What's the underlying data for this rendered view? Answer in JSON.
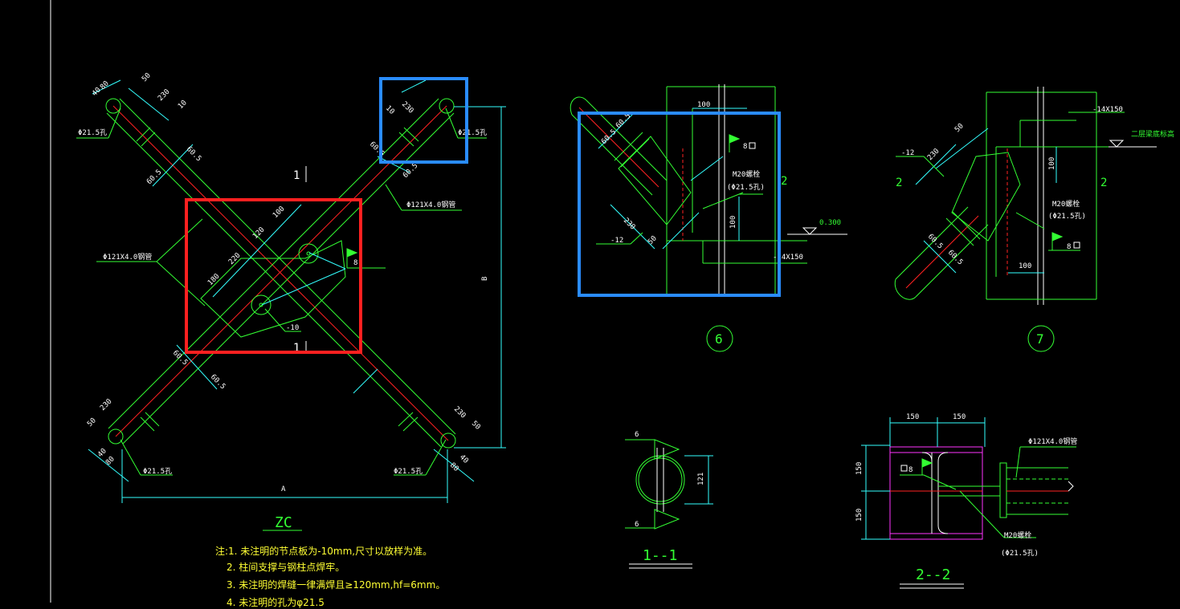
{
  "colors": {
    "background": "#000000",
    "green": "#33ff33",
    "dim_green": "#2fbf2f",
    "cyan": "#33ffff",
    "yellow": "#ffff33",
    "white": "#ffffff",
    "red": "#ff2222",
    "magenta": "#ff33ff",
    "highlight_red": "#ff2020",
    "highlight_blue": "#2a8cff"
  },
  "zc": {
    "title": "ZC",
    "hole_tl": "Φ21.5孔",
    "hole_tr": "Φ21.5孔",
    "hole_bl": "Φ21.5孔",
    "hole_br": "Φ21.5孔",
    "pipe_left": "Φ121X4.0钢管",
    "pipe_right": "Φ121X4.0钢管",
    "plate": "-10",
    "dim_a": "A",
    "dim_b": "B",
    "section_top": "1",
    "section_bottom": "1",
    "weld": "8",
    "dims": {
      "d40": "40",
      "d80": "80",
      "d50": "50",
      "d230": "230",
      "d10": "10",
      "d605": "60.5",
      "d100": "100",
      "d120": "120",
      "d220": "220",
      "d180": "180"
    }
  },
  "detail6": {
    "label": "6",
    "bolt": "M20螺栓",
    "hole": "(Φ21.5孔)",
    "plate": "-12",
    "angle": "-14X150",
    "weld": "8",
    "elevation": "0.300",
    "section_mark": "2",
    "dims": {
      "d100": "100",
      "d605": "60.5",
      "d230": "230",
      "d50": "50"
    }
  },
  "detail7": {
    "label": "7",
    "bolt": "M20螺栓",
    "hole": "(Φ21.5孔)",
    "plate": "-12",
    "angle": "-14X150",
    "level": "二层梁底标高",
    "weld": "8",
    "section_mark": "2",
    "dims": {
      "d100": "100",
      "d605": "60.5",
      "d230": "230",
      "d50": "50"
    }
  },
  "section11": {
    "title": "1--1",
    "weld": "6",
    "dim": "121"
  },
  "section22": {
    "title": "2--2",
    "pipe": "Φ121X4.0钢管",
    "bolt": "M20螺栓",
    "hole": "(Φ21.5孔)",
    "weld": "8",
    "dims": {
      "d150": "150"
    }
  },
  "notes": [
    "注:1. 未注明的节点板为-10mm,尺寸以放样为准。",
    "2. 柱间支撑与钢柱点焊牢。",
    "3. 未注明的焊缝一律满焊且≥120mm,hf=6mm。",
    "4. 未注明的孔为φ21.5"
  ]
}
